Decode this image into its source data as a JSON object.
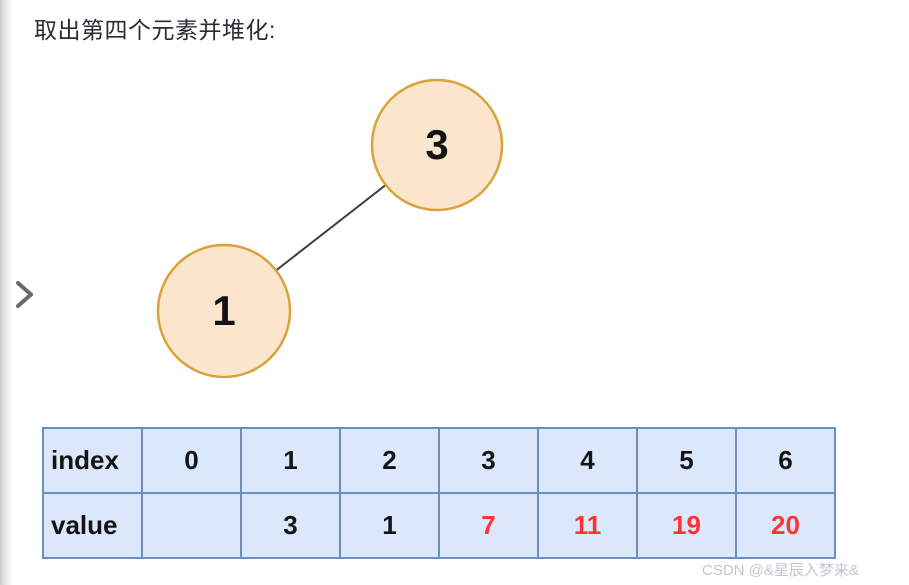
{
  "page": {
    "title": "取出第四个元素并堆化:",
    "watermark": "CSDN @&星辰入梦来&"
  },
  "icons": {
    "collapse_toggle": "chevron-right-icon"
  },
  "colors": {
    "node_fill": "#FCE5CD",
    "node_border": "#D9A23B",
    "edge_line": "#3d3d3d",
    "table_cell_bg": "#DBE8FB",
    "table_border": "#6C8EBF",
    "highlight_red": "#FF3333",
    "chevron_gray": "#6a6a6a",
    "watermark_gray": "#C2C7CF"
  },
  "tree": {
    "nodes": [
      {
        "label": "3",
        "role": "root"
      },
      {
        "label": "1",
        "role": "left-child"
      }
    ],
    "edges": [
      {
        "from": "1",
        "to": "3"
      }
    ]
  },
  "table": {
    "header_col": [
      "index",
      "value"
    ],
    "index_row": [
      "0",
      "1",
      "2",
      "3",
      "4",
      "5",
      "6"
    ],
    "value_cells": [
      {
        "text": "",
        "highlight": false
      },
      {
        "text": "3",
        "highlight": false
      },
      {
        "text": "1",
        "highlight": false
      },
      {
        "text": "7",
        "highlight": true
      },
      {
        "text": "11",
        "highlight": true
      },
      {
        "text": "19",
        "highlight": true
      },
      {
        "text": "20",
        "highlight": true
      }
    ]
  }
}
